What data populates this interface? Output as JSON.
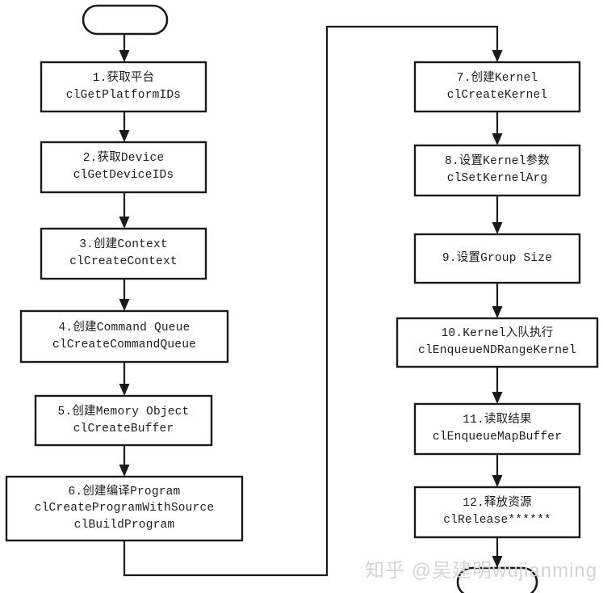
{
  "diagram": {
    "title": "OpenCL Programming Flow",
    "background_color": "#ffffff",
    "line_color": "#1a1a1a",
    "text_color": "#1c1c1c",
    "start_node": {
      "label": "",
      "shape": "stadium"
    },
    "end_node": {
      "label": "",
      "shape": "stadium"
    },
    "nodes": [
      {
        "id": "n1",
        "line1": "1.获取平台",
        "line2": "clGetPlatformIDs",
        "line3": ""
      },
      {
        "id": "n2",
        "line1": "2.获取Device",
        "line2": "clGetDeviceIDs",
        "line3": ""
      },
      {
        "id": "n3",
        "line1": "3.创建Context",
        "line2": "clCreateContext",
        "line3": ""
      },
      {
        "id": "n4",
        "line1": "4.创建Command Queue",
        "line2": "clCreateCommandQueue",
        "line3": ""
      },
      {
        "id": "n5",
        "line1": "5.创建Memory Object",
        "line2": "clCreateBuffer",
        "line3": ""
      },
      {
        "id": "n6",
        "line1": "6.创建编译Program",
        "line2": "clCreateProgramWithSource",
        "line3": "clBuildProgram"
      },
      {
        "id": "n7",
        "line1": "7.创建Kernel",
        "line2": "clCreateKernel",
        "line3": ""
      },
      {
        "id": "n8",
        "line1": "8.设置Kernel参数",
        "line2": "clSetKernelArg",
        "line3": ""
      },
      {
        "id": "n9",
        "line1": "9.设置Group Size",
        "line2": "",
        "line3": ""
      },
      {
        "id": "n10",
        "line1": "10.Kernel入队执行",
        "line2": "clEnqueueNDRangeKernel",
        "line3": ""
      },
      {
        "id": "n11",
        "line1": "11.读取结果",
        "line2": "clEnqueueMapBuffer",
        "line3": ""
      },
      {
        "id": "n12",
        "line1": "12.释放资源",
        "line2": "clRelease******",
        "line3": ""
      }
    ],
    "watermark": "知乎 @吴建明wujianming"
  }
}
